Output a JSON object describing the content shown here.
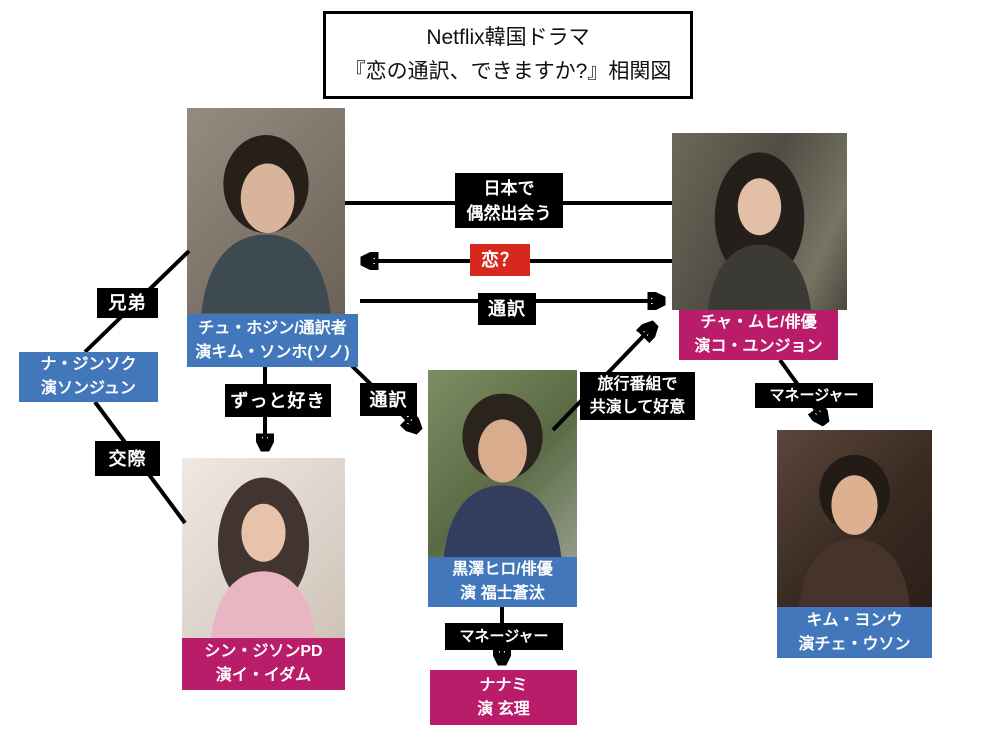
{
  "title": {
    "line1": "Netflix韓国ドラマ",
    "line2": "『恋の通訳、できますか?』相関図"
  },
  "colors": {
    "character_box_blue": "#4377bb",
    "character_box_magenta": "#b91c68",
    "relation_box_black": "#000000",
    "love_box_red": "#d8281e",
    "line_color": "#000000"
  },
  "characters": {
    "hojin": {
      "name": "チュ・ホジン/通訳者",
      "actor": "演キム・ソンホ(ソノ)"
    },
    "muhi": {
      "name": "チャ・ムヒ/俳優",
      "actor": "演コ・ユンジョン"
    },
    "jinsok": {
      "name": "ナ・ジンソク",
      "actor": "演ソンジュン"
    },
    "jison": {
      "name": "シン・ジソンPD",
      "actor": "演イ・イダム"
    },
    "hiro": {
      "name": "黒澤ヒロ/俳優",
      "actor": "演 福士蒼汰"
    },
    "nanami": {
      "name": "ナナミ",
      "actor": "演 玄理"
    },
    "yonwoo": {
      "name": "キム・ヨンウ",
      "actor": "演チェ・ウソン"
    }
  },
  "relations": {
    "meet_japan": {
      "line1": "日本で",
      "line2": "偶然出会う"
    },
    "love": "恋？",
    "interpret_to_muhi": "通訳",
    "brothers": "兄弟",
    "always_liked": "ずっと好き",
    "interpret_to_hiro": "通訳",
    "dating": "交際",
    "travel_show": {
      "line1": "旅行番組で",
      "line2": "共演して好意"
    },
    "manager_muhi": "マネージャー",
    "manager_hiro": "マネージャー"
  }
}
